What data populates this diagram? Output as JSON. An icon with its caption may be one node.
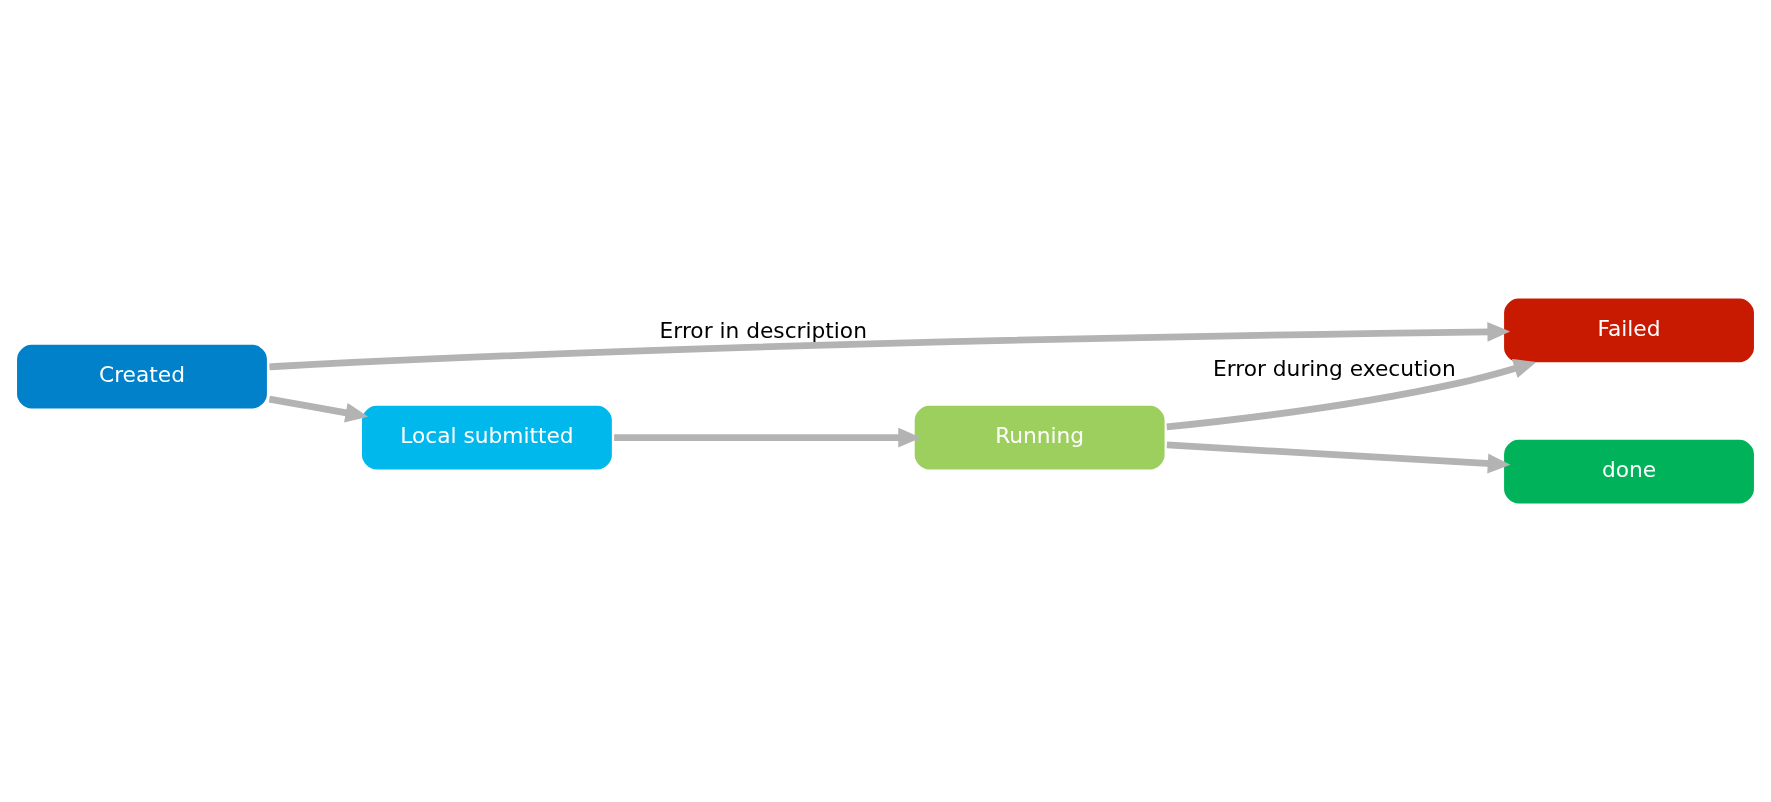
{
  "diagram": {
    "nodes": [
      {
        "text": [
          "Created"
        ]
      },
      {
        "text": [
          "Failed"
        ]
      },
      {
        "text": [
          "Local submitted"
        ]
      },
      {
        "text": [
          "Running"
        ]
      },
      {
        "text": [
          "done"
        ]
      }
    ],
    "edges": [
      {
        "from": 0,
        "to": 1,
        "arrow": "to",
        "label": "Error in description"
      },
      {
        "from": 0,
        "to": 2,
        "arrow": "to"
      },
      {
        "from": 2,
        "to": 3,
        "arrow": "to"
      },
      {
        "from": 3,
        "to": 1,
        "arrow": "to",
        "label": "Error during execution"
      },
      {
        "from": 3,
        "to": 4,
        "arrow": "to"
      }
    ]
  }
}
